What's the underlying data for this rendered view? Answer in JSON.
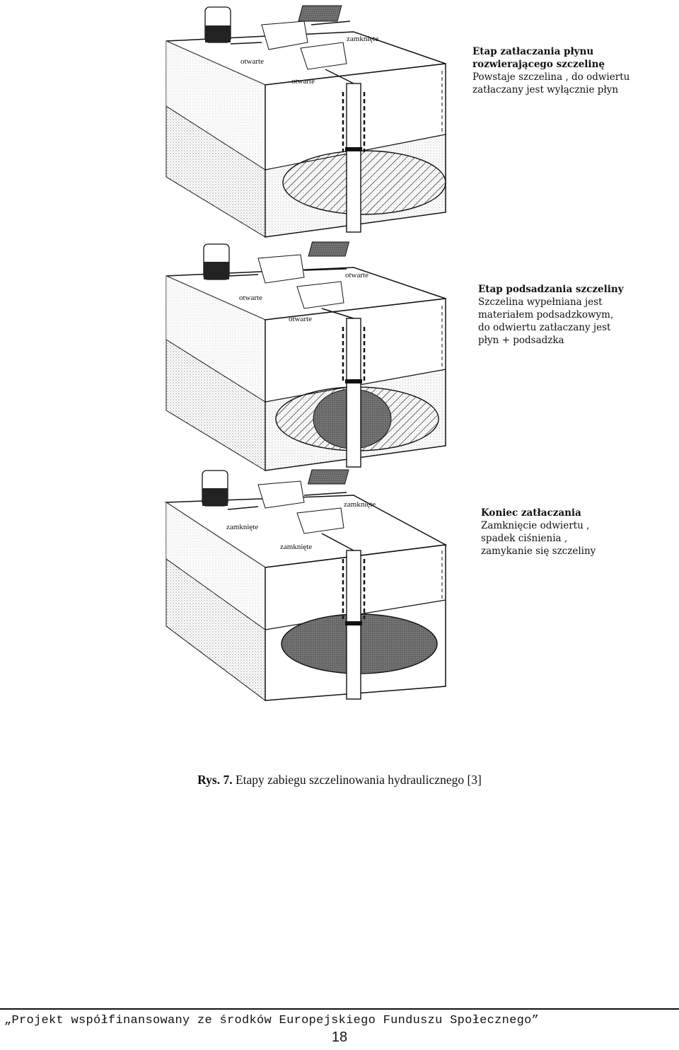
{
  "stages": [
    {
      "title": "Etap zatłaczania płynu rozwierającego szczelinę",
      "title_line1": "Etap zatłaczania płynu",
      "title_line2": "rozwierającego szczelinę",
      "desc_lines": [
        "Powstaje szczelina , do odwiertu",
        "zatłaczany jest wyłącznie płyn"
      ],
      "labels": {
        "valve_top": "zamknięte",
        "valve_left": "otwarte",
        "valve_bottom": "otwarte"
      }
    },
    {
      "title_line1": "Etap podsadzania szczeliny",
      "desc_lines": [
        "Szczelina wypełniana jest",
        "materiałem podsadzkowym,",
        "do odwiertu zatłaczany jest",
        "płyn + podsadzka"
      ],
      "labels": {
        "valve_top": "otwarte",
        "valve_left": "otwarte",
        "valve_bottom": "otwarte"
      }
    },
    {
      "title_line1": "Koniec zatłaczania",
      "desc_lines": [
        "Zamknięcie odwiertu ,",
        "spadek ciśnienia ,",
        "zamykanie się szczeliny"
      ],
      "labels": {
        "valve_top": "zamknięte",
        "valve_left": "zamknięte",
        "valve_bottom": "zamknięte"
      }
    }
  ],
  "caption": {
    "prefix": "Rys. 7.",
    "text": "Etapy zabiegu szczelinowania hydraulicznego [3]"
  },
  "footer": "„Projekt współfinansowany ze środków Europejskiego Funduszu Społecznego”",
  "page_number": "18"
}
